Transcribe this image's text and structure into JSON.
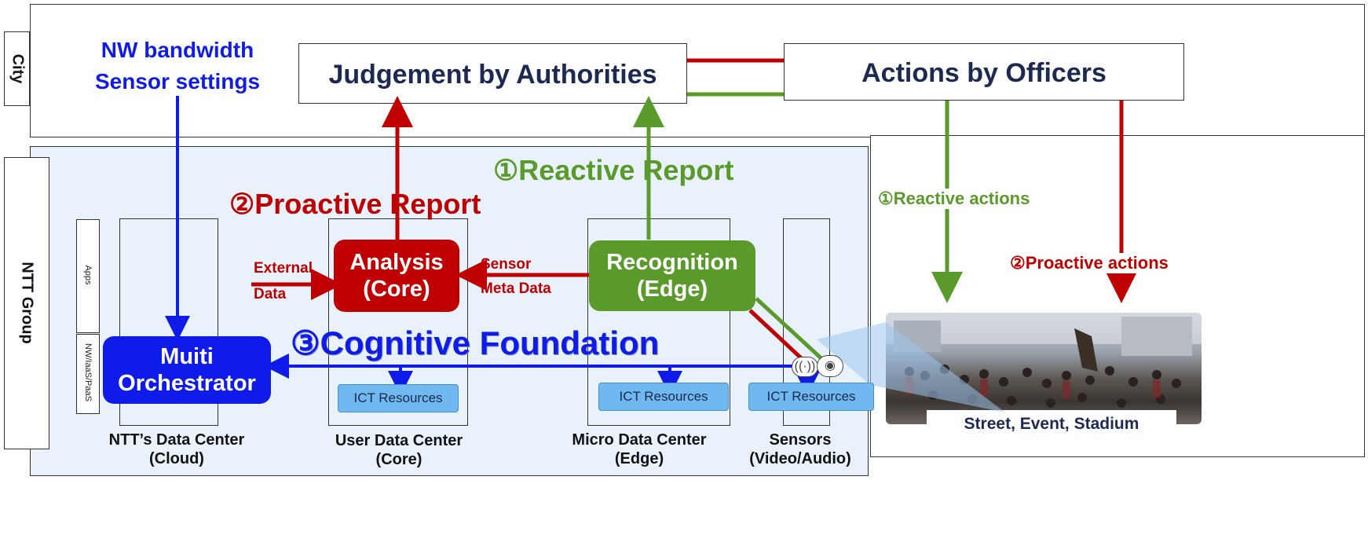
{
  "layers": {
    "city": "City",
    "ntt_group": "NTT Group"
  },
  "blue_note": {
    "line1": "NW bandwidth",
    "line2": "Sensor settings"
  },
  "judgement": "Judgement by Authorities",
  "actions": "Actions by Officers",
  "reports": {
    "reactive": "①Reactive Report",
    "proactive": "②Proactive Report"
  },
  "side_actions": {
    "reactive": "①Reactive actions",
    "proactive": "②Proactive actions"
  },
  "labels": {
    "apps": "Apps",
    "nw": "NW/IaaS/PaaS"
  },
  "external_data": {
    "line1": "External",
    "line2": "Data"
  },
  "sensor_meta": {
    "line1": "Sensor",
    "line2": "Meta Data"
  },
  "analysis": {
    "line1": "Analysis",
    "line2": "(Core)"
  },
  "recognition": {
    "line1": "Recognition",
    "line2": "(Edge)"
  },
  "orchestrator": {
    "line1": "Muiti",
    "line2": "Orchestrator"
  },
  "cognitive": "③Cognitive Foundation",
  "ict": "ICT Resources",
  "data_centers": {
    "ntt": {
      "line1": "NTT’s Data Center",
      "line2": "(Cloud)"
    },
    "user": {
      "line1": "User Data Center",
      "line2": "(Core)"
    },
    "micro": {
      "line1": "Micro Data Center",
      "line2": "(Edge)"
    },
    "sensors": {
      "line1": "Sensors",
      "line2": "(Video/Audio)"
    }
  },
  "photo_caption": "Street, Event, Stadium",
  "colors": {
    "blue": "#0f1be8",
    "red": "#c00000",
    "green": "#5a9a2a",
    "navy": "#1c2a52",
    "light_blue_bg": "#e9f2fb"
  }
}
